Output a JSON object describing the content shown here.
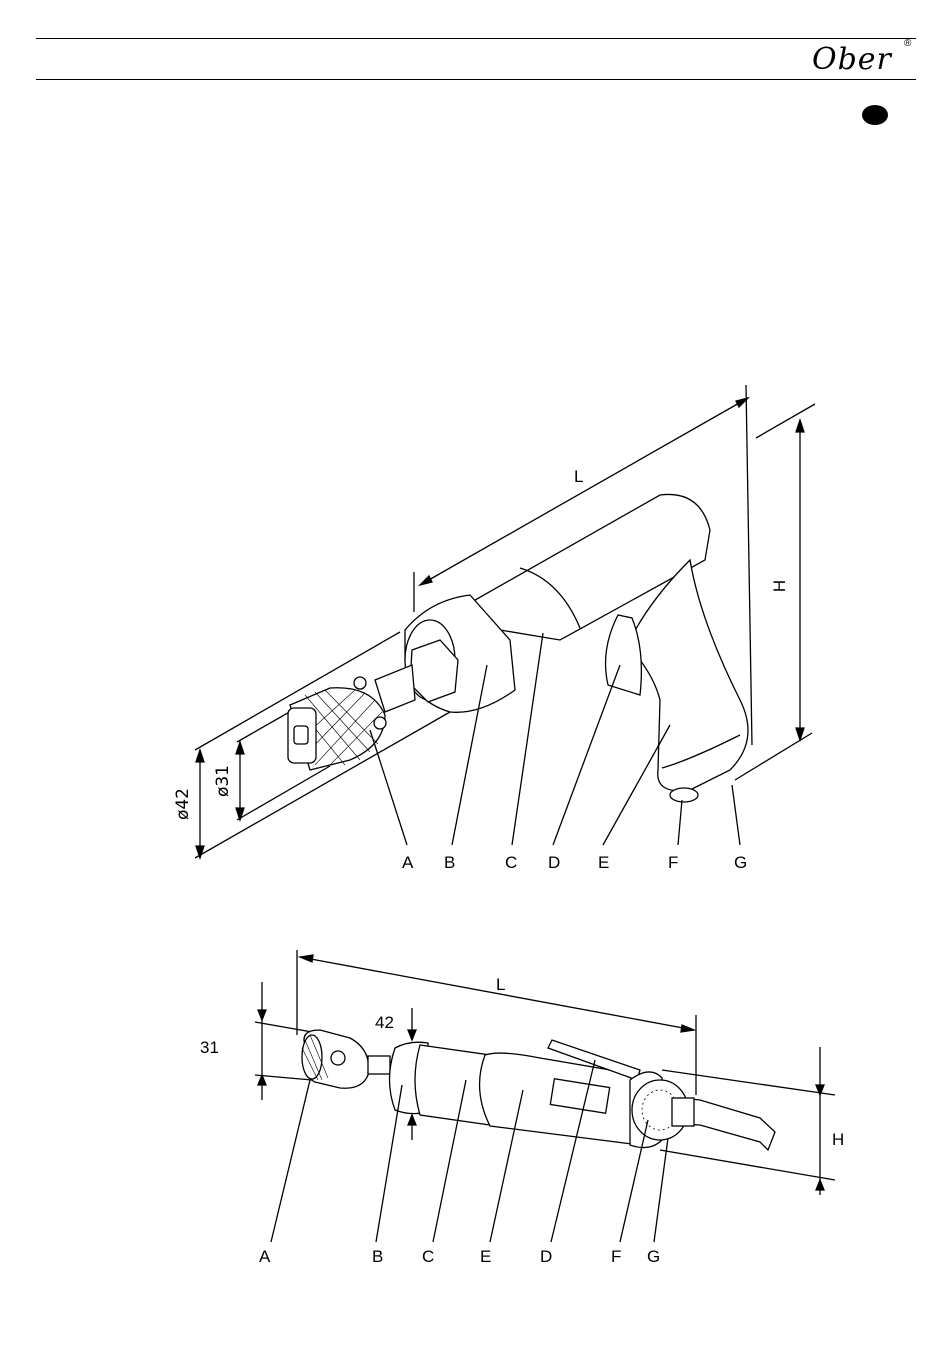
{
  "header": {
    "logo_text": "Ober",
    "registered_mark": "®"
  },
  "figure1": {
    "dimension_length": "L",
    "dimension_height": "H",
    "diameter_outer": "ø42",
    "diameter_inner": "ø31",
    "parts": [
      "A",
      "B",
      "C",
      "D",
      "E",
      "F",
      "G"
    ]
  },
  "figure2": {
    "dimension_length": "L",
    "dimension_height": "H",
    "dimension_left": "31",
    "dimension_top": "42",
    "parts": [
      "A",
      "B",
      "C",
      "E",
      "D",
      "F",
      "G"
    ]
  }
}
